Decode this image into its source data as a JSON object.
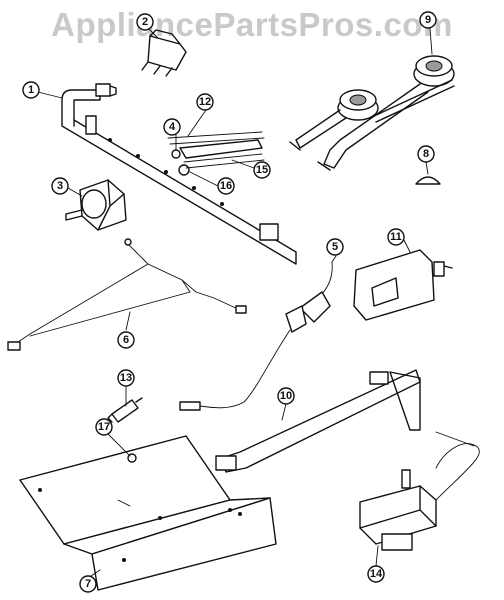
{
  "watermark": "AppliancePartsPros.com",
  "callouts": [
    "1",
    "2",
    "3",
    "4",
    "5",
    "6",
    "7",
    "8",
    "9",
    "10",
    "11",
    "12",
    "13",
    "14",
    "15",
    "16",
    "17"
  ]
}
